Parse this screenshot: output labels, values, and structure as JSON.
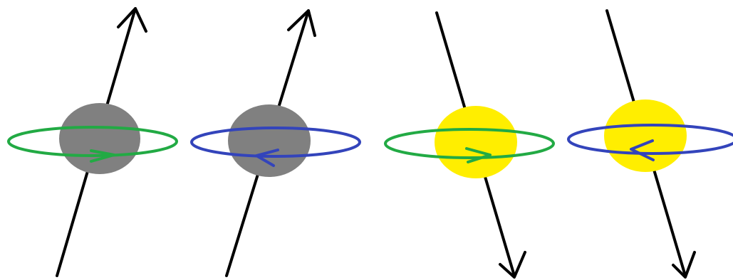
{
  "colors": {
    "background": "#ffffff",
    "axis": "#000000",
    "gray_sphere": "#808080",
    "yellow_sphere": "#ffee00",
    "green_orbit": "#22aa44",
    "blue_orbit": "#3344bb"
  },
  "figures": [
    {
      "sphere_color": "gray",
      "orbit_color": "green",
      "axis_arrow": "up",
      "rotation_arrow": "right"
    },
    {
      "sphere_color": "gray",
      "orbit_color": "blue",
      "axis_arrow": "up",
      "rotation_arrow": "left"
    },
    {
      "sphere_color": "yellow",
      "orbit_color": "green",
      "axis_arrow": "down",
      "rotation_arrow": "right"
    },
    {
      "sphere_color": "yellow",
      "orbit_color": "blue",
      "axis_arrow": "down",
      "rotation_arrow": "left"
    }
  ]
}
